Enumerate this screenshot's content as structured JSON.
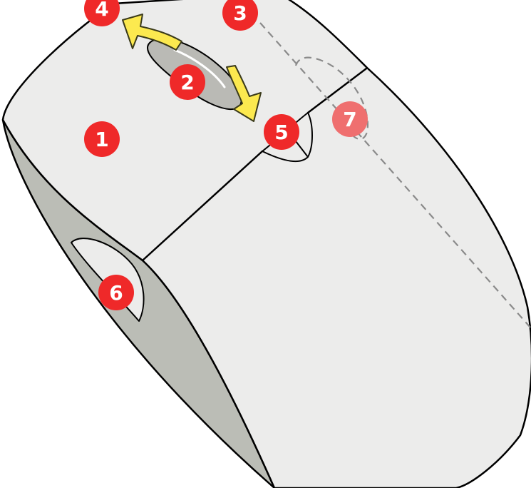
{
  "colors": {
    "body_fill": "#ececeb",
    "side_fill": "#bbbdb6",
    "wheel_fill": "#babab5",
    "outline": "#000000",
    "arrow_fill": "#fce94f",
    "arrow_stroke": "#3a3a1a",
    "hidden_line": "#8a8a8a",
    "callout": "#ef2929",
    "callout_hidden": "#ef6f6f",
    "callout_text": "#ffffff"
  },
  "callouts": [
    {
      "label": "1",
      "meaning": "left-button"
    },
    {
      "label": "2",
      "meaning": "scroll-wheel"
    },
    {
      "label": "3",
      "meaning": "right-button"
    },
    {
      "label": "4",
      "meaning": "wheel-tilt"
    },
    {
      "label": "5",
      "meaning": "wheel-button"
    },
    {
      "label": "6",
      "meaning": "thumb-button"
    },
    {
      "label": "7",
      "meaning": "hidden-button"
    }
  ]
}
